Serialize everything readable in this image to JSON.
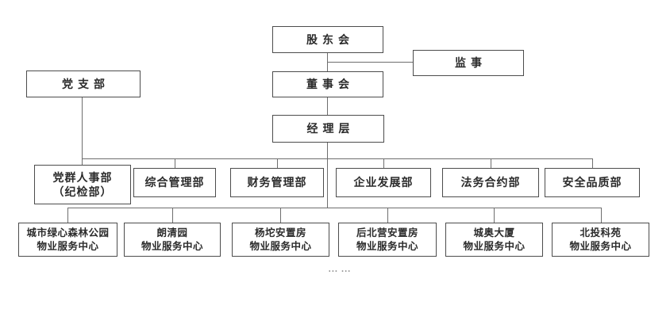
{
  "chart": {
    "top": {
      "shareholders": "股东会",
      "supervisor": "监事",
      "board": "董事会",
      "party_branch": "党支部",
      "management": "经理层"
    },
    "departments": [
      {
        "line1": "党群人事部",
        "line2": "（纪检部）"
      },
      {
        "line1": "综合管理部",
        "line2": ""
      },
      {
        "line1": "财务管理部",
        "line2": ""
      },
      {
        "line1": "企业发展部",
        "line2": ""
      },
      {
        "line1": "法务合约部",
        "line2": ""
      },
      {
        "line1": "安全品质部",
        "line2": ""
      }
    ],
    "service_centers": [
      {
        "line1": "城市绿心森林公园",
        "line2": "物业服务中心"
      },
      {
        "line1": "朗清园",
        "line2": "物业服务中心"
      },
      {
        "line1": "杨坨安置房",
        "line2": "物业服务中心"
      },
      {
        "line1": "后北营安置房",
        "line2": "物业服务中心"
      },
      {
        "line1": "城奥大厦",
        "line2": "物业服务中心"
      },
      {
        "line1": "北投科苑",
        "line2": "物业服务中心"
      }
    ],
    "ellipsis": "... ..."
  },
  "colors": {
    "line": "#6e6e6e",
    "box_border": "#4c4c4c",
    "text": "#2b2b2b",
    "background": "#ffffff"
  }
}
